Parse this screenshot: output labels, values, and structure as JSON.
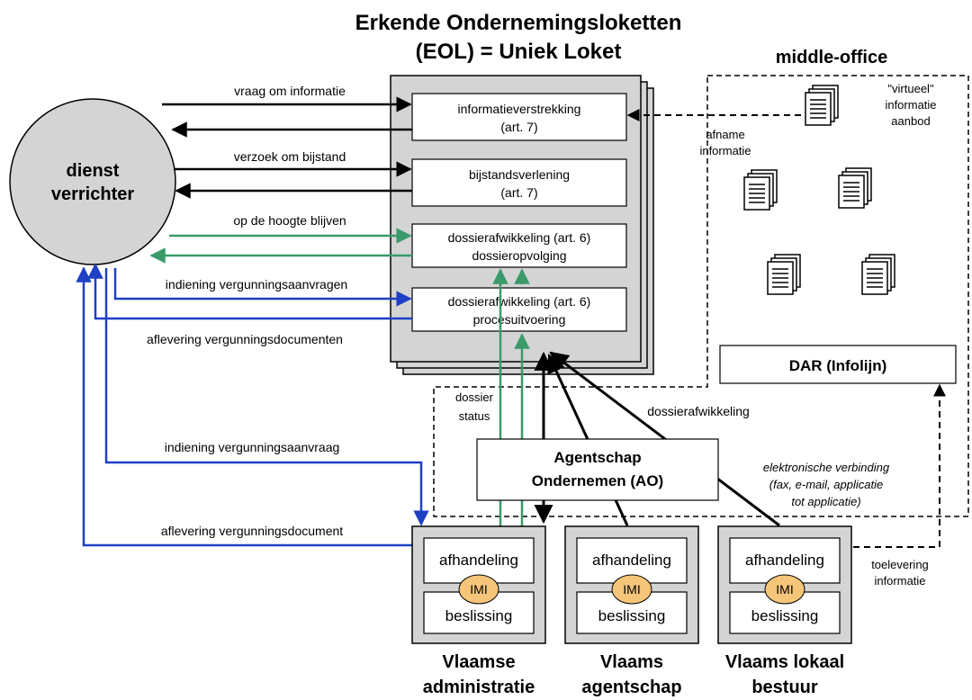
{
  "title_line1": "Erkende Ondernemingsloketten",
  "title_line2": "(EOL) = Uniek Loket",
  "middle_office": "middle-office",
  "circle": {
    "line1": "dienst",
    "line2": "verrichter"
  },
  "eol_boxes": [
    {
      "line1": "informatieverstrekking",
      "line2": "(art. 7)"
    },
    {
      "line1": "bijstandsverlening",
      "line2": "(art. 7)"
    },
    {
      "line1": "dossierafwikkeling (art. 6)",
      "line2": "dossieropvolging"
    },
    {
      "line1": "dossierafwikkeling (art. 6)",
      "line2": "procesuitvoering"
    }
  ],
  "labels": {
    "vraag": "vraag om informatie",
    "verzoek": "verzoek om bijstand",
    "hoogte": "op de hoogte blijven",
    "indiening_aanvragen": "indiening vergunningsaanvragen",
    "aflevering_documenten": "aflevering vergunningsdocumenten",
    "indiening_aanvraag": "indiening vergunningsaanvraag",
    "aflevering_document": "aflevering vergunningsdocument",
    "dossier_status_1": "dossier",
    "dossier_status_2": "status",
    "dossierafwikkeling": "dossierafwikkeling",
    "virtueel_1": "\"virtueel\"",
    "virtueel_2": "informatie",
    "virtueel_3": "aanbod",
    "afname_1": "afname",
    "afname_2": "informatie",
    "elektronisch_1": "elektronische verbinding",
    "elektronisch_2": "(fax, e-mail, applicatie",
    "elektronisch_3": "tot applicatie)",
    "toelevering_1": "toelevering",
    "toelevering_2": "informatie"
  },
  "dar": "DAR (Infolijn)",
  "agentschap": {
    "line1": "Agentschap",
    "line2": "Ondernemen (AO)"
  },
  "bottom_units": [
    {
      "top": "afhandeling",
      "imi": "IMI",
      "bottom": "beslissing",
      "name1": "Vlaamse",
      "name2": "administratie"
    },
    {
      "top": "afhandeling",
      "imi": "IMI",
      "bottom": "beslissing",
      "name1": "Vlaams",
      "name2": "agentschap"
    },
    {
      "top": "afhandeling",
      "imi": "IMI",
      "bottom": "beslissing",
      "name1": "Vlaams lokaal",
      "name2": "bestuur"
    }
  ],
  "colors": {
    "black": "#000000",
    "green": "#3a9a6a",
    "blue": "#1f3fc4",
    "gray": "#d4d4d4",
    "imi": "#f5c57a"
  }
}
